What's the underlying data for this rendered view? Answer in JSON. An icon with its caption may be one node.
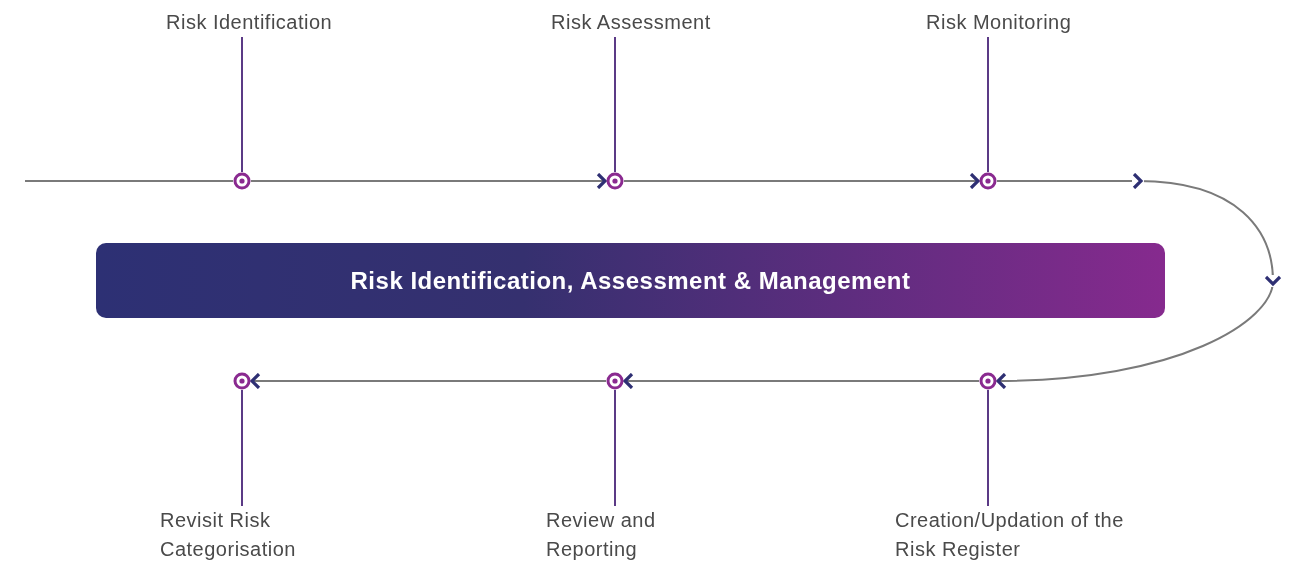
{
  "diagram": {
    "nodes": [
      {
        "text": [
          "Risk Identification"
        ]
      },
      {
        "text": [
          "Risk Assessment"
        ]
      },
      {
        "text": [
          "Risk Monitoring"
        ]
      },
      {
        "text": [],
        "shape": "circle"
      },
      {
        "text": [],
        "shape": "circle"
      },
      {
        "text": [],
        "shape": "circle"
      },
      {
        "text": [
          "Risk Identification, Assessment & Management"
        ]
      },
      {
        "text": [],
        "shape": "circle"
      },
      {
        "text": [],
        "shape": "circle"
      },
      {
        "text": [],
        "shape": "circle"
      },
      {
        "text": [
          "Revisit Risk Categorisation"
        ]
      },
      {
        "text": [
          "Review and Reporting"
        ]
      },
      {
        "text": [
          "Creation/Updation of the Risk Register"
        ]
      }
    ],
    "edges": [
      {
        "from": 0,
        "to": 3,
        "arrow": "none"
      },
      {
        "from": 1,
        "to": 4,
        "arrow": "none"
      },
      {
        "from": 2,
        "to": 5,
        "arrow": "none"
      },
      {
        "from": 10,
        "to": 7,
        "arrow": "none"
      },
      {
        "from": 11,
        "to": 8,
        "arrow": "none"
      },
      {
        "from": 12,
        "to": 9,
        "arrow": "none"
      },
      {
        "from": null,
        "to": 3,
        "arrow": "none"
      },
      {
        "from": 3,
        "to": 4,
        "arrow": "to"
      },
      {
        "from": 4,
        "to": 5,
        "arrow": "to"
      },
      {
        "from": 5,
        "to": 9,
        "arrow": "to"
      },
      {
        "from": 9,
        "to": 8,
        "arrow": "to"
      },
      {
        "from": 8,
        "to": 7,
        "arrow": "to"
      }
    ]
  }
}
